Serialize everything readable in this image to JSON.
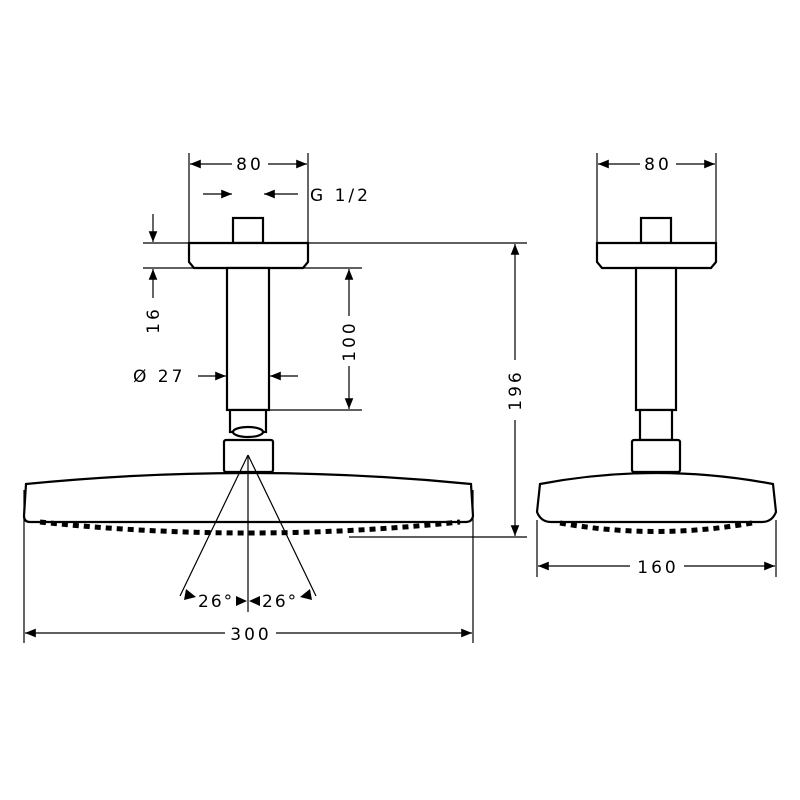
{
  "title": "Overhead shower with ceiling connector – dimension drawing",
  "front_view": {
    "flange_width": "80",
    "thread": "G 1/2",
    "flange_height": "16",
    "arm_length": "100",
    "arm_diameter": "Ø 27",
    "total_height": "196",
    "spray_angle_left": "26°",
    "spray_angle_right": "26°",
    "head_width": "300"
  },
  "side_view": {
    "flange_width": "80",
    "head_depth": "160"
  }
}
